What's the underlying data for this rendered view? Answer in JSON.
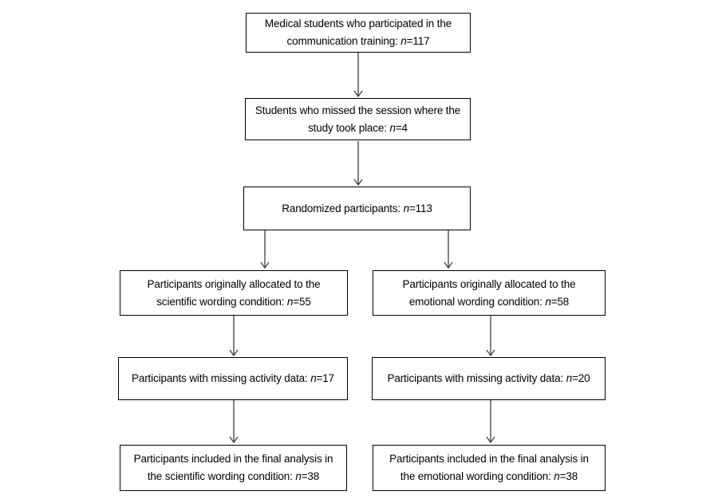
{
  "colors": {
    "background": "#ffffff",
    "box_border": "#000000",
    "text": "#000000",
    "arrow": "#3f3f3f"
  },
  "flowchart": {
    "boxes": {
      "participated": {
        "line1": "Medical students who participated in the",
        "line2_prefix": "communication training: ",
        "n": "n",
        "n_rest": "=117"
      },
      "missed_session": {
        "line1": "Students who missed the session where the",
        "line2_prefix": "study took place: ",
        "n": "n",
        "n_rest": "=4"
      },
      "randomized": {
        "line_prefix": "Randomized participants: ",
        "n": "n",
        "n_rest": "=113"
      },
      "allocated_scientific": {
        "line1": "Participants originally allocated to the",
        "line2_prefix": "scientific wording condition: ",
        "n": "n",
        "n_rest": "=55"
      },
      "allocated_emotional": {
        "line1": "Participants originally allocated to the",
        "line2_prefix": "emotional wording condition: ",
        "n": "n",
        "n_rest": "=58"
      },
      "missing_scientific": {
        "line_prefix": "Participants with missing activity data: ",
        "n": "n",
        "n_rest": "=17"
      },
      "missing_emotional": {
        "line_prefix": "Participants with missing activity data: ",
        "n": "n",
        "n_rest": "=20"
      },
      "final_scientific": {
        "line1": "Participants included in the final analysis in",
        "line2_prefix": "the scientific wording condition: ",
        "n": "n",
        "n_rest": "=38"
      },
      "final_emotional": {
        "line1": "Participants included in the final analysis in",
        "line2_prefix": "the emotional wording condition: ",
        "n": "n",
        "n_rest": "=38"
      }
    }
  }
}
